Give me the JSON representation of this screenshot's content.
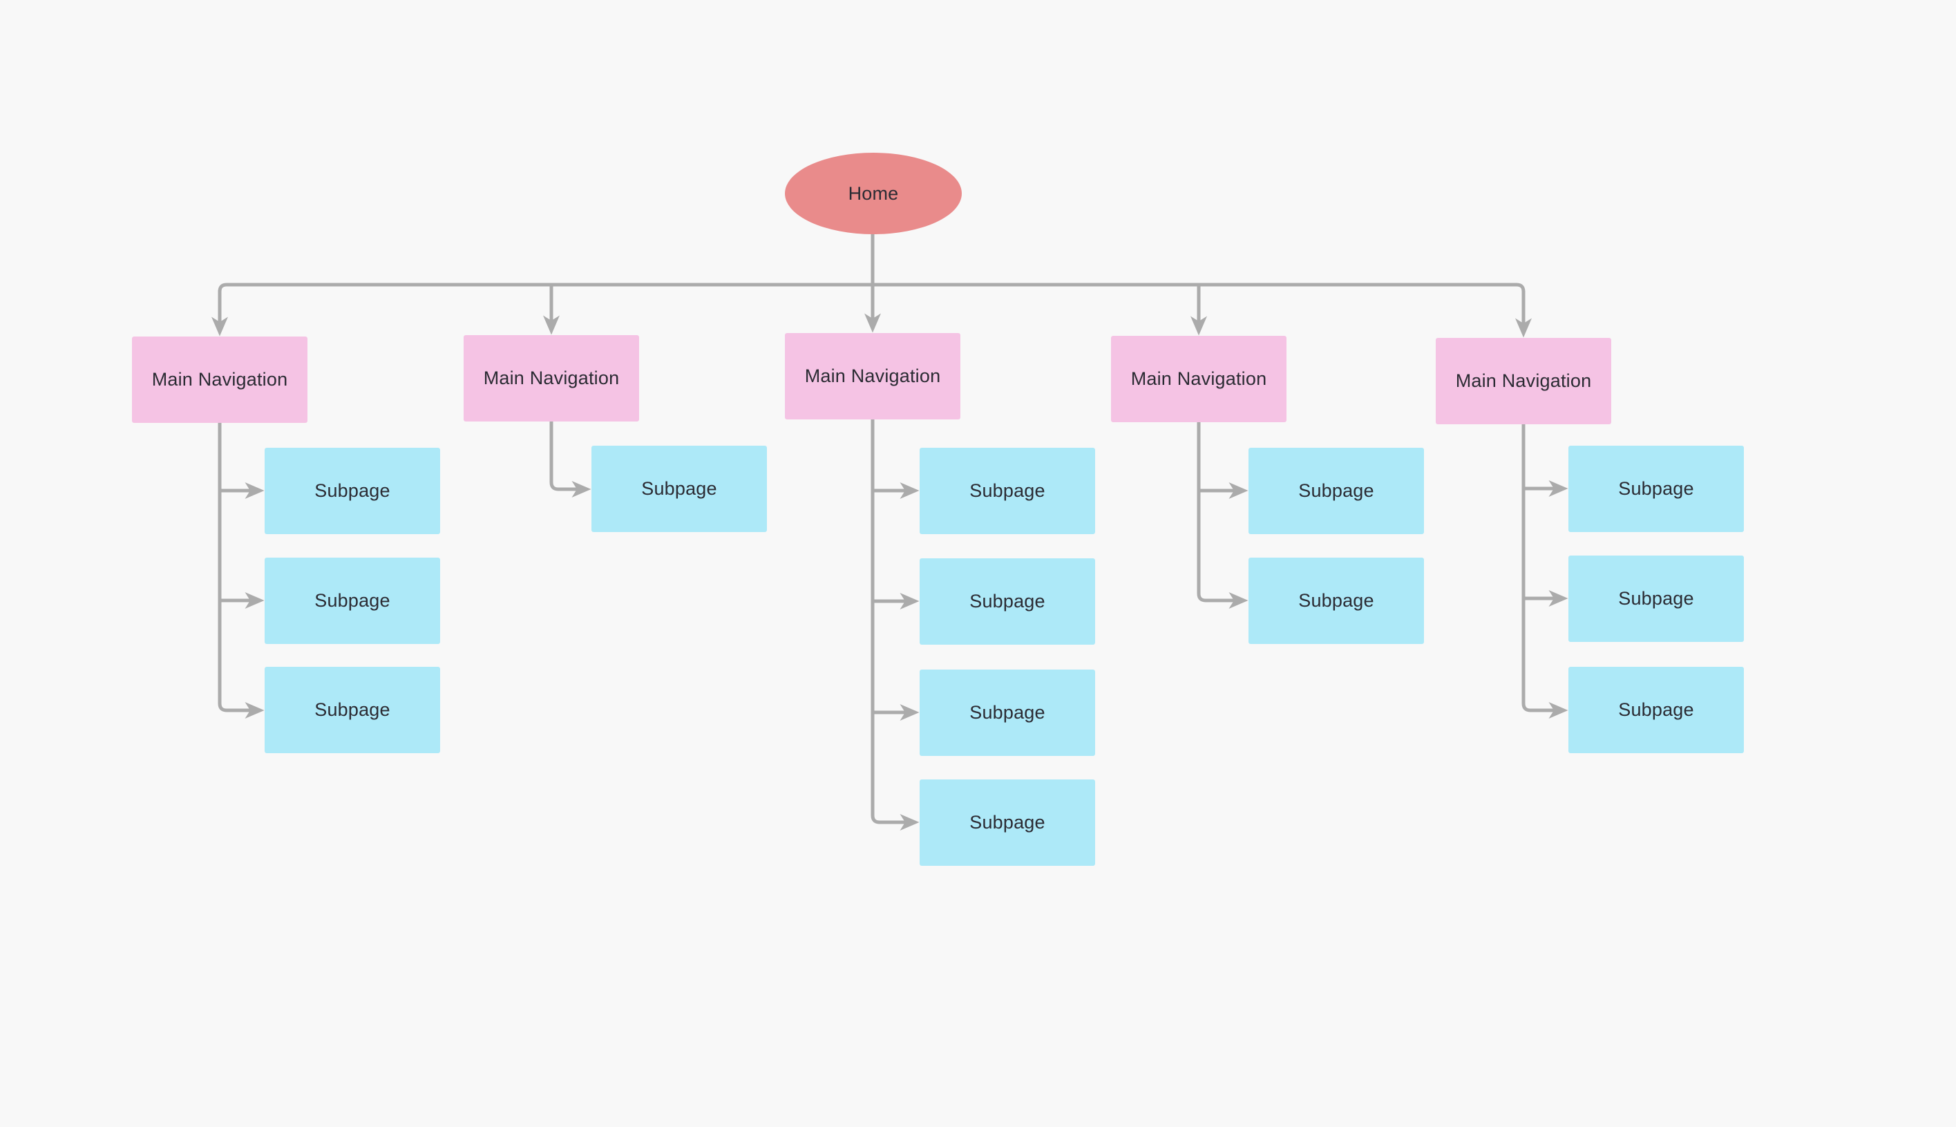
{
  "diagram": {
    "type": "sitemap-flowchart",
    "root": {
      "label": "Home"
    },
    "branches": [
      {
        "label": "Main Navigation",
        "subpages": [
          "Subpage",
          "Subpage",
          "Subpage"
        ]
      },
      {
        "label": "Main Navigation",
        "subpages": [
          "Subpage"
        ]
      },
      {
        "label": "Main Navigation",
        "subpages": [
          "Subpage",
          "Subpage",
          "Subpage",
          "Subpage"
        ]
      },
      {
        "label": "Main Navigation",
        "subpages": [
          "Subpage",
          "Subpage"
        ]
      },
      {
        "label": "Main Navigation",
        "subpages": [
          "Subpage",
          "Subpage",
          "Subpage"
        ]
      }
    ],
    "colors": {
      "background": "#f8f8f8",
      "root_fill": "#e98b8b",
      "main_nav_fill": "#f5c3e4",
      "subpage_fill": "#ade9f8",
      "connector": "#ababab",
      "text": "#2b2b33"
    }
  }
}
